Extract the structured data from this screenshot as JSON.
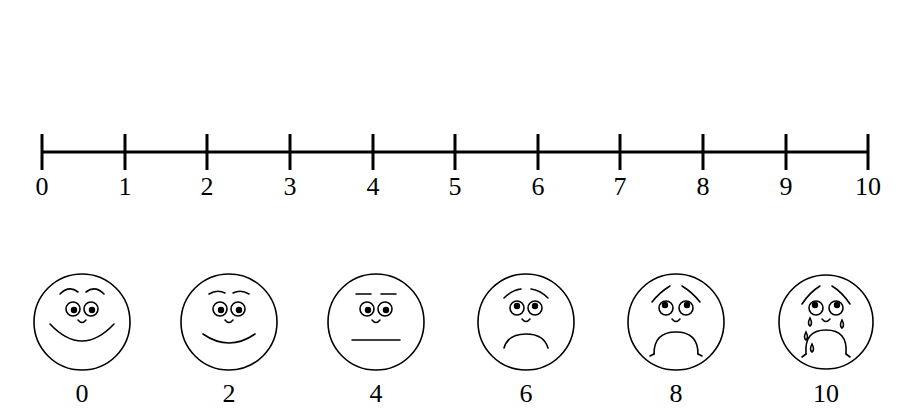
{
  "diagram": {
    "labels": [
      "0",
      "1",
      "2",
      "3",
      "4",
      "5",
      "6",
      "7",
      "8",
      "9",
      "10",
      "0",
      "2",
      "4",
      "6",
      "8",
      "10"
    ]
  }
}
